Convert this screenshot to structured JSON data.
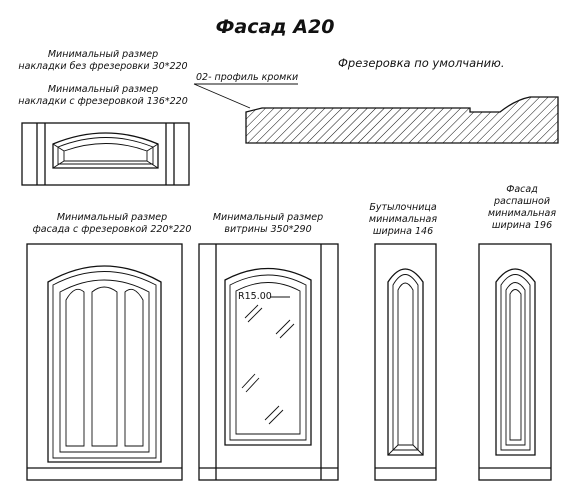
{
  "title": "Фасад A20",
  "notes": {
    "min_overlay_no_mill_1": "Минимальный размер",
    "min_overlay_no_mill_2": "накладки без фрезеровки 30*220",
    "min_overlay_mill_1": "Минимальный размер",
    "min_overlay_mill_2": "накладки с фрезеровкой 136*220",
    "edge_profile": "02- профиль кромки",
    "default_milling": "Фрезеровка по умолчанию.",
    "min_facade_1": "Минимальный размер",
    "min_facade_2": "фасада с фрезеровкой 220*220",
    "min_showcase_1": "Минимальный размер",
    "min_showcase_2": "витрины 350*290",
    "radius": "R15.00",
    "bottle_1": "Бутылочница",
    "bottle_2": "минимальная",
    "bottle_3": "ширина 146",
    "swing_1": "Фасад",
    "swing_2": "распашной",
    "swing_3": "минимальная",
    "swing_4": "ширина 196"
  }
}
